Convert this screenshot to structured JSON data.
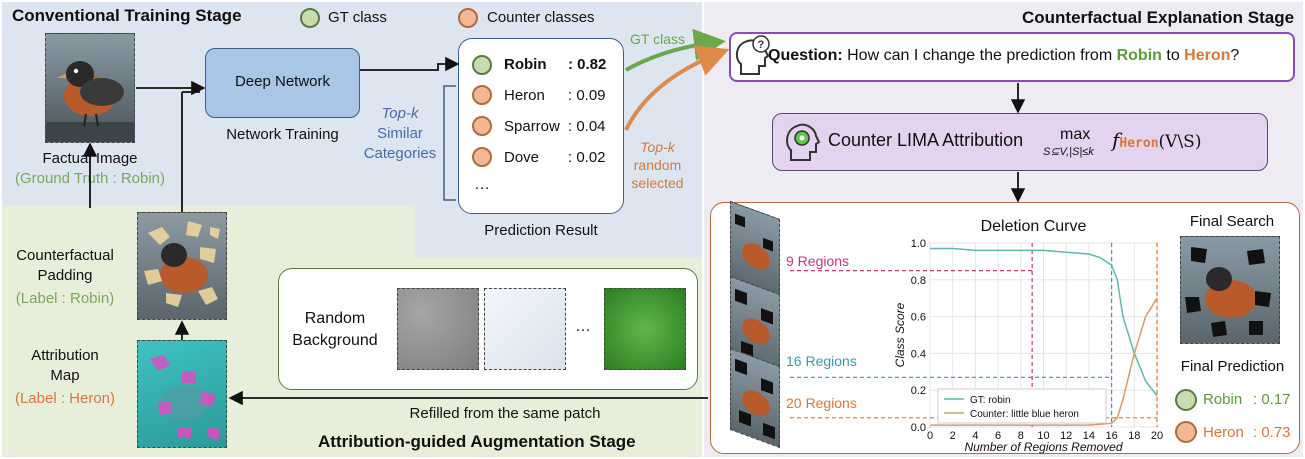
{
  "conventional": {
    "title": "Conventional Training Stage",
    "legend_gt": "GT class",
    "legend_counter": "Counter classes",
    "factual_image_label": "Factual Image",
    "factual_image_sub": "(Ground Truth : Robin)",
    "network_box": "Deep Network",
    "network_label": "Network Training",
    "topk_label": "Top-k",
    "similar_line1": "Similar",
    "similar_line2": "Categories",
    "prediction_items": [
      {
        "name": "Robin",
        "score": ": 0.82"
      },
      {
        "name": "Heron",
        "score": ": 0.09"
      },
      {
        "name": "Sparrow",
        "score": ": 0.04"
      },
      {
        "name": "Dove",
        "score": ": 0.02"
      }
    ],
    "prediction_ellipsis": "…",
    "prediction_label": "Prediction Result",
    "gt_arrow_label": "GT class",
    "random_topk": "Top-k",
    "random_line1": "random",
    "random_line2": "selected"
  },
  "counterfactual": {
    "title": "Counterfactual Explanation Stage",
    "question_bold": "Question:",
    "question_pre": " How can I change the prediction from ",
    "question_class1": "Robin",
    "question_mid": " to ",
    "question_class2": "Heron",
    "question_end": "?",
    "lima_text": "Counter LIMA Attribution",
    "formula_max": "max",
    "formula_sub": "S⊆V,|S|≤k",
    "formula_f": "f",
    "formula_class": "Heron",
    "formula_arg": "(V\\S)",
    "final_search": "Final Search",
    "final_prediction": "Final Prediction",
    "final_items": [
      {
        "name": "Robin",
        "score": ": 0.17"
      },
      {
        "name": "Heron",
        "score": ": 0.73"
      }
    ],
    "regions_labels": [
      "9 Regions",
      "16 Regions",
      "20 Regions"
    ]
  },
  "augmentation": {
    "title": "Attribution-guided Augmentation Stage",
    "padding_line1": "Counterfactual",
    "padding_line2": "Padding",
    "padding_sub": "(Label : Robin)",
    "attr_line1": "Attribution",
    "attr_line2": "Map",
    "attr_sub": "(Label : Heron)",
    "random_bg_line1": "Random",
    "random_bg_line2": "Background",
    "bg_ellipsis": "…",
    "refill_label": "Refilled from the same patch"
  },
  "colors": {
    "green": "#5f9a3a",
    "orange": "#d9773a",
    "blue_text": "#4a6aa8",
    "magenta": "#c4357f",
    "teal": "#3a9aa8"
  },
  "chart_data": {
    "type": "line",
    "title": "Deletion Curve",
    "xlabel": "Number of Regions Removed",
    "ylabel": "Class Score",
    "xlim": [
      0,
      20
    ],
    "ylim": [
      0,
      1.0
    ],
    "xticks": [
      0,
      2,
      4,
      6,
      8,
      10,
      12,
      14,
      16,
      18,
      20
    ],
    "yticks": [
      0.0,
      0.2,
      0.4,
      0.6,
      0.8,
      1.0
    ],
    "legend": "bottom-left",
    "series": [
      {
        "name": "GT: robin",
        "color": "#5fb8b0",
        "x": [
          0,
          2,
          4,
          6,
          8,
          9,
          10,
          12,
          14,
          15,
          16,
          16.5,
          17,
          18,
          19,
          20
        ],
        "y": [
          0.97,
          0.97,
          0.96,
          0.96,
          0.96,
          0.96,
          0.96,
          0.95,
          0.94,
          0.92,
          0.88,
          0.8,
          0.6,
          0.4,
          0.25,
          0.17
        ]
      },
      {
        "name": "Counter: little blue heron",
        "color": "#d99a6a",
        "x": [
          0,
          2,
          4,
          6,
          8,
          10,
          12,
          14,
          16,
          16.5,
          17,
          18,
          19,
          20
        ],
        "y": [
          0.01,
          0.01,
          0.01,
          0.01,
          0.01,
          0.01,
          0.01,
          0.01,
          0.02,
          0.05,
          0.15,
          0.4,
          0.6,
          0.7
        ]
      }
    ],
    "marker_lines": [
      {
        "x": 9,
        "y": 0.85,
        "color": "#c4357f"
      },
      {
        "x": 16,
        "y": 0.27,
        "color": "#3a9aa8"
      },
      {
        "x": 20,
        "y": 0.05,
        "color": "#d9773a"
      }
    ]
  }
}
